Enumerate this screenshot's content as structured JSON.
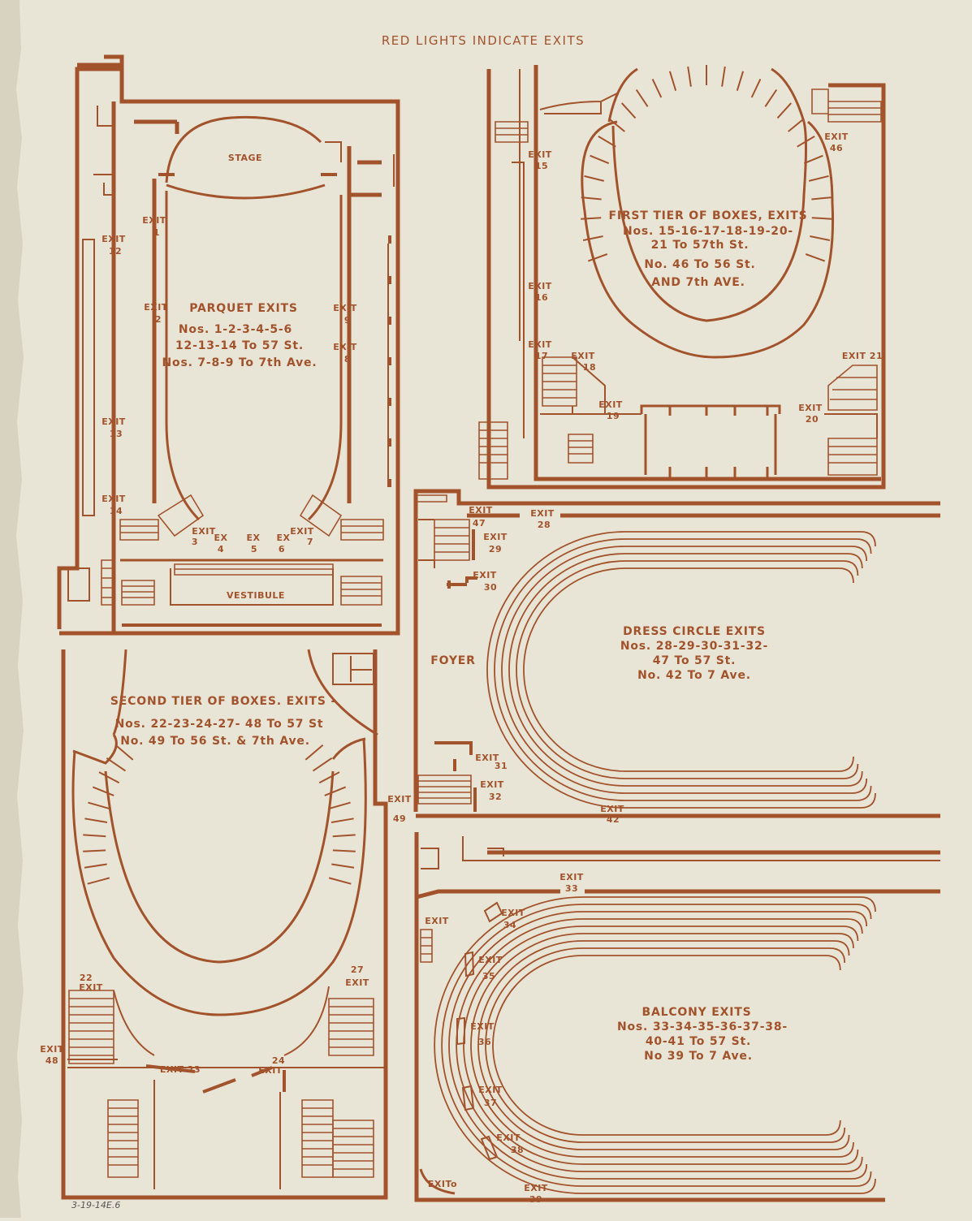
{
  "header": {
    "title": "RED LIGHTS INDICATE EXITS"
  },
  "parquet": {
    "stage": "STAGE",
    "vestibule": "VESTIBULE",
    "caption": [
      "PARQUET EXITS",
      "Nos. 1-2-3-4-5-6",
      "12-13-14 To 57 St.",
      "Nos. 7-8-9 To 7th Ave."
    ],
    "exits": {
      "e1": [
        "EXIT",
        "1"
      ],
      "e2": [
        "EXIT",
        "2"
      ],
      "e9": [
        "EXIT",
        "9"
      ],
      "e8": [
        "EXIT",
        "8"
      ],
      "e12": [
        "EXIT",
        "12"
      ],
      "e13": [
        "EXIT",
        "13"
      ],
      "e14": [
        "EXIT",
        "14"
      ],
      "e3": [
        "EXIT",
        "3"
      ],
      "e4": [
        "EX",
        "4"
      ],
      "e5": [
        "EX",
        "5"
      ],
      "e6": [
        "EX",
        "6"
      ],
      "e7": [
        "EXIT",
        "7"
      ]
    }
  },
  "first_tier": {
    "caption": [
      "FIRST TIER OF BOXES, EXITS",
      "Nos. 15-16-17-18-19-20-",
      "21 To 57th St.",
      "No. 46 To 56 St.",
      "AND 7th AVE."
    ],
    "exits": {
      "e15": [
        "EXIT",
        "15"
      ],
      "e16": [
        "EXIT",
        "16"
      ],
      "e17": [
        "EXIT",
        "17"
      ],
      "e18": [
        "EXIT",
        "18"
      ],
      "e19": [
        "EXIT",
        "19"
      ],
      "e20": [
        "EXIT",
        "20"
      ],
      "e21": [
        "EXIT 21"
      ],
      "e46": [
        "EXIT",
        "46"
      ]
    }
  },
  "dress_circle": {
    "foyer": "FOYER",
    "caption": [
      "DRESS CIRCLE EXITS",
      "Nos. 28-29-30-31-32-",
      "47 To 57 St.",
      "No. 42 To 7 Ave."
    ],
    "exits": {
      "e47": [
        "EXIT",
        "47"
      ],
      "e28": [
        "EXIT",
        "28"
      ],
      "e29": [
        "EXIT",
        "29"
      ],
      "e30": [
        "EXIT",
        "30"
      ],
      "e31": [
        "EXIT",
        "31"
      ],
      "e32": [
        "EXIT",
        "32"
      ],
      "e42": [
        "EXIT",
        "42"
      ]
    }
  },
  "second_tier": {
    "caption": [
      "SECOND TIER OF BOXES. EXITS -",
      "Nos. 22-23-24-27- 48 To 57 St",
      "No. 49 To 56 St. & 7th Ave."
    ],
    "exits": {
      "e49": [
        "EXIT",
        "49"
      ],
      "e22": [
        "22",
        "EXIT"
      ],
      "e27": [
        "27",
        "EXIT"
      ],
      "e48": [
        "EXIT",
        "48"
      ],
      "e23": [
        "EXIT 23"
      ],
      "e24": [
        "24",
        "EXIT"
      ]
    }
  },
  "balcony": {
    "caption": [
      "BALCONY EXITS",
      "Nos. 33-34-35-36-37-38-",
      "40-41 To 57 St.",
      "No 39 To 7 Ave."
    ],
    "exits": {
      "e33": [
        "EXIT",
        "33"
      ],
      "e34": [
        "EXIT",
        "34"
      ],
      "e35": [
        "EXIT",
        "35"
      ],
      "e36": [
        "EXIT",
        "36"
      ],
      "e37": [
        "EXIT",
        "37"
      ],
      "e38": [
        "EXIT",
        "38"
      ],
      "e39": [
        "EXIT",
        "39"
      ],
      "eL": [
        "EXIT"
      ],
      "eLo": [
        "EXITo"
      ]
    }
  },
  "footer": {
    "archive_note": "3-19-14E.6"
  },
  "colors": {
    "ink": "#a2532c",
    "paper": "#e9e5d6"
  }
}
